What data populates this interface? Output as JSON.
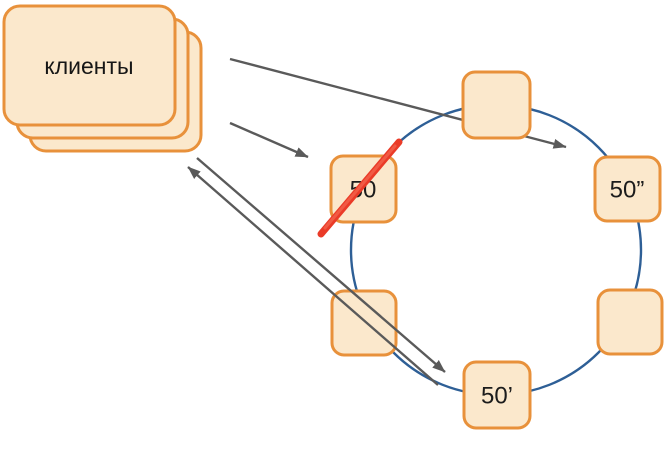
{
  "diagram": {
    "clients": {
      "label": "клиенты"
    },
    "ring": {
      "nodes": [
        {
          "id": "top",
          "label": ""
        },
        {
          "id": "right",
          "label": "50”"
        },
        {
          "id": "bottom-right",
          "label": ""
        },
        {
          "id": "bottom",
          "label": "50’"
        },
        {
          "id": "bottom-left",
          "label": ""
        },
        {
          "id": "left",
          "label": "50"
        }
      ],
      "failed_node_label": "50"
    },
    "colors": {
      "background": "#ffffff",
      "node_fill": "#fbe8cc",
      "node_border": "#e8913b",
      "ring_stroke": "#2e5f96",
      "arrow": "#5a5a5a",
      "failure_strike": "#ea3b28",
      "label_text": "#1c1c1c"
    }
  }
}
